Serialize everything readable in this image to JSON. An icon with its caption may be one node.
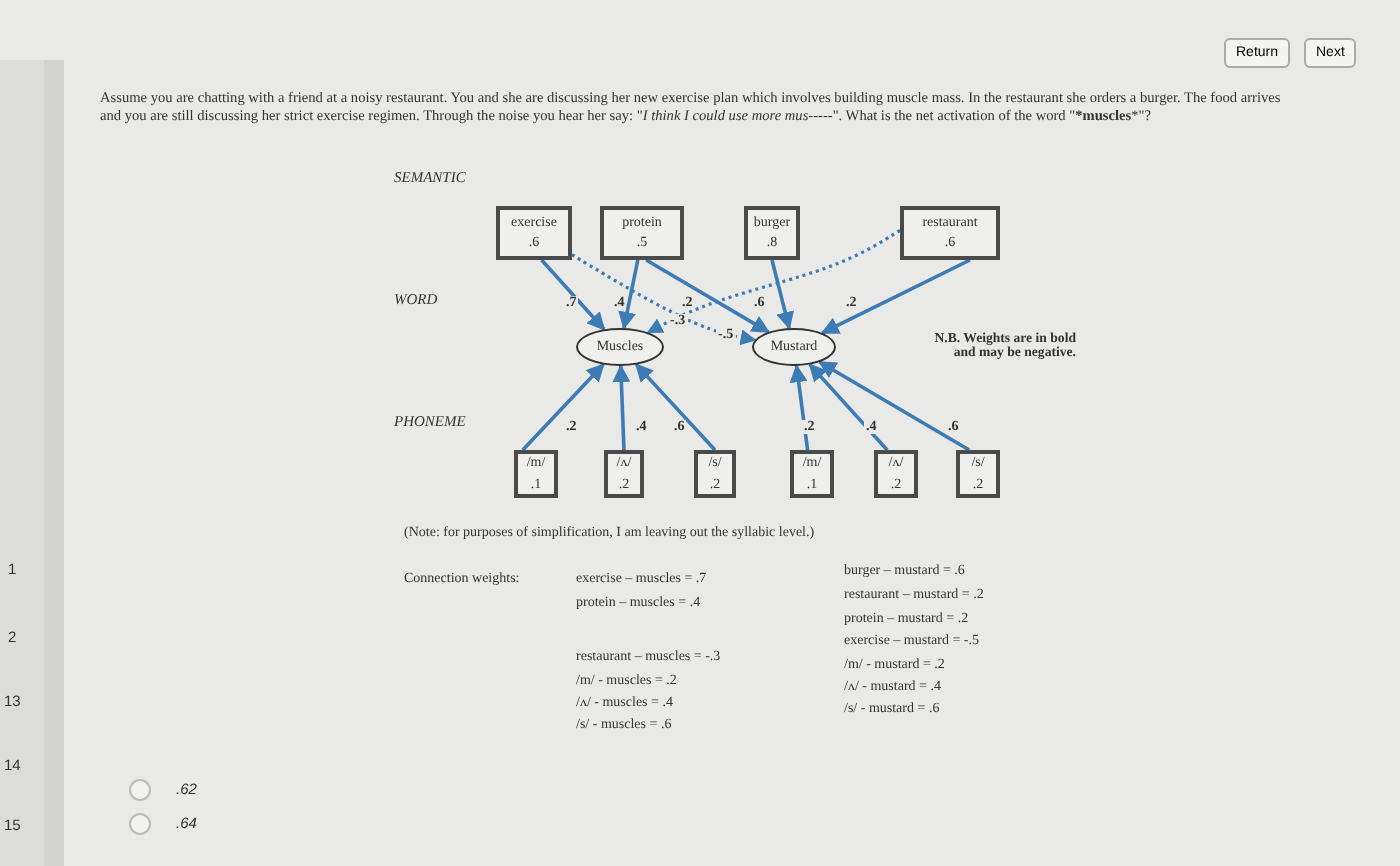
{
  "diagram": {
    "nodes": [
      {
        "text": [
          "exercise",
          ".6"
        ]
      },
      {
        "text": [
          "protein",
          ".5"
        ]
      },
      {
        "text": [
          "burger",
          ".8"
        ]
      },
      {
        "text": [
          "restaurant",
          ".6"
        ]
      },
      {
        "text": [
          "Muscles"
        ]
      },
      {
        "text": [
          "Mustard"
        ]
      },
      {
        "text": [
          "/m/",
          ".1"
        ]
      },
      {
        "text": [
          "/ʌ/",
          ".2"
        ]
      },
      {
        "text": [
          "/s/",
          ".2"
        ]
      },
      {
        "text": [
          "/m/",
          ".1"
        ]
      },
      {
        "text": [
          "/ʌ/",
          ".2"
        ]
      },
      {
        "text": [
          "/s/",
          ".2"
        ]
      }
    ],
    "edges": [
      {
        "from": 0,
        "to": 4,
        "arrow": "to",
        "label": ".7"
      },
      {
        "from": 1,
        "to": 4,
        "arrow": "to",
        "label": ".4"
      },
      {
        "from": 1,
        "to": 5,
        "arrow": "to",
        "label": ".2"
      },
      {
        "from": 2,
        "to": 5,
        "arrow": "to",
        "label": ".6"
      },
      {
        "from": 3,
        "to": 5,
        "arrow": "to",
        "label": ".2"
      },
      {
        "from": 3,
        "to": 4,
        "arrow": "to",
        "label": "-.3",
        "style": "dashed"
      },
      {
        "from": 0,
        "to": 5,
        "arrow": "to",
        "label": "-.5",
        "style": "dashed"
      },
      {
        "from": 6,
        "to": 4,
        "arrow": "to",
        "label": ".2"
      },
      {
        "from": 7,
        "to": 4,
        "arrow": "to",
        "label": ".4"
      },
      {
        "from": 8,
        "to": 4,
        "arrow": "to",
        "label": ".6"
      },
      {
        "from": 9,
        "to": 5,
        "arrow": "to",
        "label": ".2"
      },
      {
        "from": 10,
        "to": 5,
        "arrow": "to",
        "label": ".4"
      },
      {
        "from": 11,
        "to": 5,
        "arrow": "to",
        "label": ".6"
      }
    ],
    "labels": [
      "Return",
      "Next",
      "Assume you are chatting with a friend at a noisy restaurant. You and she are discussing her new exercise plan which involves building muscle mass. In the restaurant she orders a burger. The food arrives and you are still discussing her strict exercise regimen. Through the noise you hear her say: \"*I think I could use more mus-----*\". What is the net activation of the word \"***muscles***\"?",
      "SEMANTIC",
      "WORD",
      "PHONEME",
      "N.B. Weights are in bold and may be negative.",
      "(Note: for purposes of simplification, I am leaving out the syllabic level.)",
      "Connection weights:",
      "exercise – muscles = .7",
      "protein – muscles = .4",
      "restaurant – muscles = -.3",
      "/m/ - muscles = .2",
      "/ʌ/ - muscles = .4",
      "/s/ - muscles = .6",
      "burger – mustard = .6",
      "restaurant – mustard = .2",
      "protein – mustard = .2",
      "exercise – mustard = -.5",
      "/m/ - mustard = .2",
      "/ʌ/ - mustard = .4",
      "/s/ - mustard = .6",
      "1",
      "2",
      "13",
      "14",
      "15",
      ".62",
      ".64"
    ]
  }
}
